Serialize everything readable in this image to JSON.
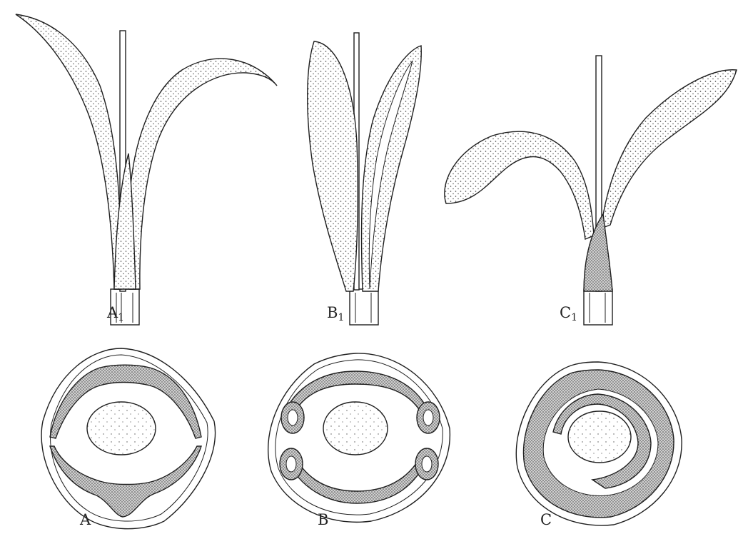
{
  "panels": [
    {
      "id": "A1",
      "letter": "A",
      "sub": "1"
    },
    {
      "id": "B1",
      "letter": "B",
      "sub": "1"
    },
    {
      "id": "C1",
      "letter": "C",
      "sub": "1"
    },
    {
      "id": "A",
      "letter": "A",
      "sub": ""
    },
    {
      "id": "B",
      "letter": "B",
      "sub": ""
    },
    {
      "id": "C",
      "letter": "C",
      "sub": ""
    }
  ],
  "colors": {
    "ink": "#1f1f1f",
    "paper": "#ffffff",
    "stipple": "#3a3a3a"
  }
}
